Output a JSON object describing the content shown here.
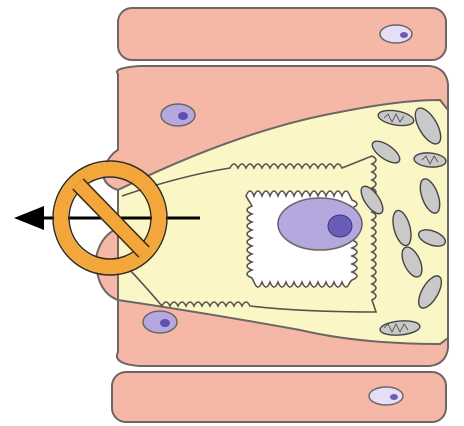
{
  "diagram": {
    "cells": [
      "top-epithelial-cell",
      "middle-epithelial-cell",
      "bottom-epithelial-cell"
    ],
    "symbols": [
      "prohibition-icon",
      "arrow-left-icon"
    ],
    "colors": {
      "epithelium": "#f6b8a6",
      "epithelium_edge": "#6d6665",
      "cytoplasm": "#fbf6c5",
      "nucleus_outer": "#ede6f8",
      "nucleus_inner": "#a79fd9",
      "nucleolus": "#6a5db7",
      "mitochondria": "#c9c9c9",
      "prohibition": "#f3a63a",
      "arrow": "#000000"
    }
  }
}
